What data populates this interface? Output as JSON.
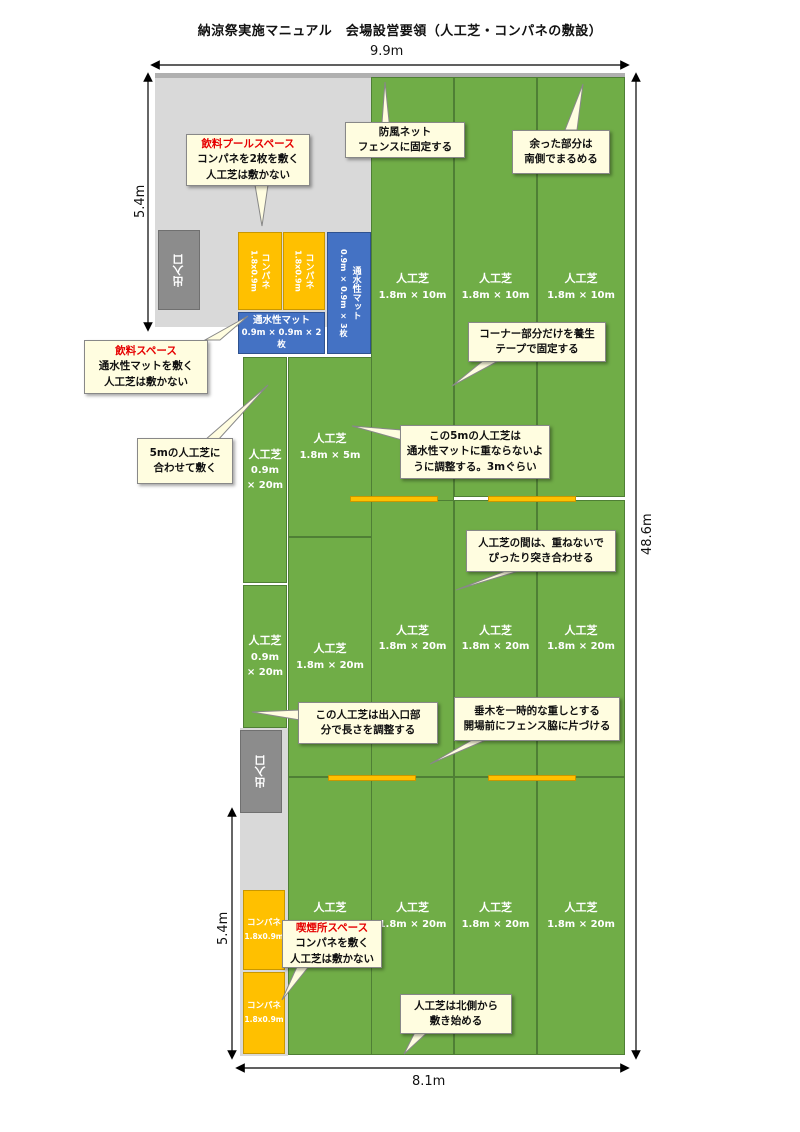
{
  "title": "納涼祭実施マニュアル　会場設営要領（人工芝・コンパネの敷設）",
  "dimensions": {
    "top_width": "9.9m",
    "bottom_width": "8.1m",
    "total_length": "48.6m",
    "upper_side": "5.4m",
    "lower_side": "5.4m"
  },
  "entrances": {
    "upper": "出入口",
    "lower": "出入口"
  },
  "turf": {
    "label": "人工芝",
    "size_10": "1.8m × 10m",
    "size_5": "1.8m × 5m",
    "size_20": "1.8m × 20m",
    "narrow_label": "人工芝",
    "narrow_size_a": "0.9m",
    "narrow_size_b": "× 20m"
  },
  "panels": {
    "plywood_label": "コンパネ",
    "plywood_size": "1.8x0.9m",
    "mat_label": "通水性マット",
    "mat_size_h": "0.9m × 0.9m × 2枚",
    "mat_label_v": "通水性マット",
    "mat_size_v": "0.9m × 0.9m × 3枚"
  },
  "callouts": {
    "drink_pool_title": "飲料プールスペース",
    "drink_pool_line1": "コンパネを2枚を敷く",
    "drink_pool_line2": "人工芝は敷かない",
    "windbreak_line1": "防風ネット",
    "windbreak_line2": "フェンスに固定する",
    "surplus_line1": "余った部分は",
    "surplus_line2": "南側でまるめる",
    "drink_space_title": "飲料スペース",
    "drink_space_line1": "通水性マットを敷く",
    "drink_space_line2": "人工芝は敷かない",
    "corner_line1": "コーナー部分だけを養生",
    "corner_line2": "テープで固定する",
    "fit5m_line1": "5mの人工芝に",
    "fit5m_line2": "合わせて敷く",
    "overlap_line1": "この5mの人工芝は",
    "overlap_line2": "通水性マットに重ならないよ",
    "overlap_line3": "うに調整する。3mぐらい",
    "butt_line1": "人工芝の間は、重ねないで",
    "butt_line2": "ぴったり突き合わせる",
    "adjust_line1": "この人工芝は出入口部",
    "adjust_line2": "分で長さを調整する",
    "weight_line1": "垂木を一時的な重しとする",
    "weight_line2": "開場前にフェンス脇に片づける",
    "smoking_title": "喫煙所スペース",
    "smoking_line1": "コンパネを敷く",
    "smoking_line2": "人工芝は敷かない",
    "north_line1": "人工芝は北側から",
    "north_line2": "敷き始める"
  },
  "colors": {
    "turf": "#70ad47",
    "plywood": "#ffc000",
    "mat": "#4472c4",
    "entrance": "#8c8c8c",
    "floor": "#d9d9d9",
    "callout_bg": "#fffde0",
    "highlight_red": "#e60000"
  }
}
